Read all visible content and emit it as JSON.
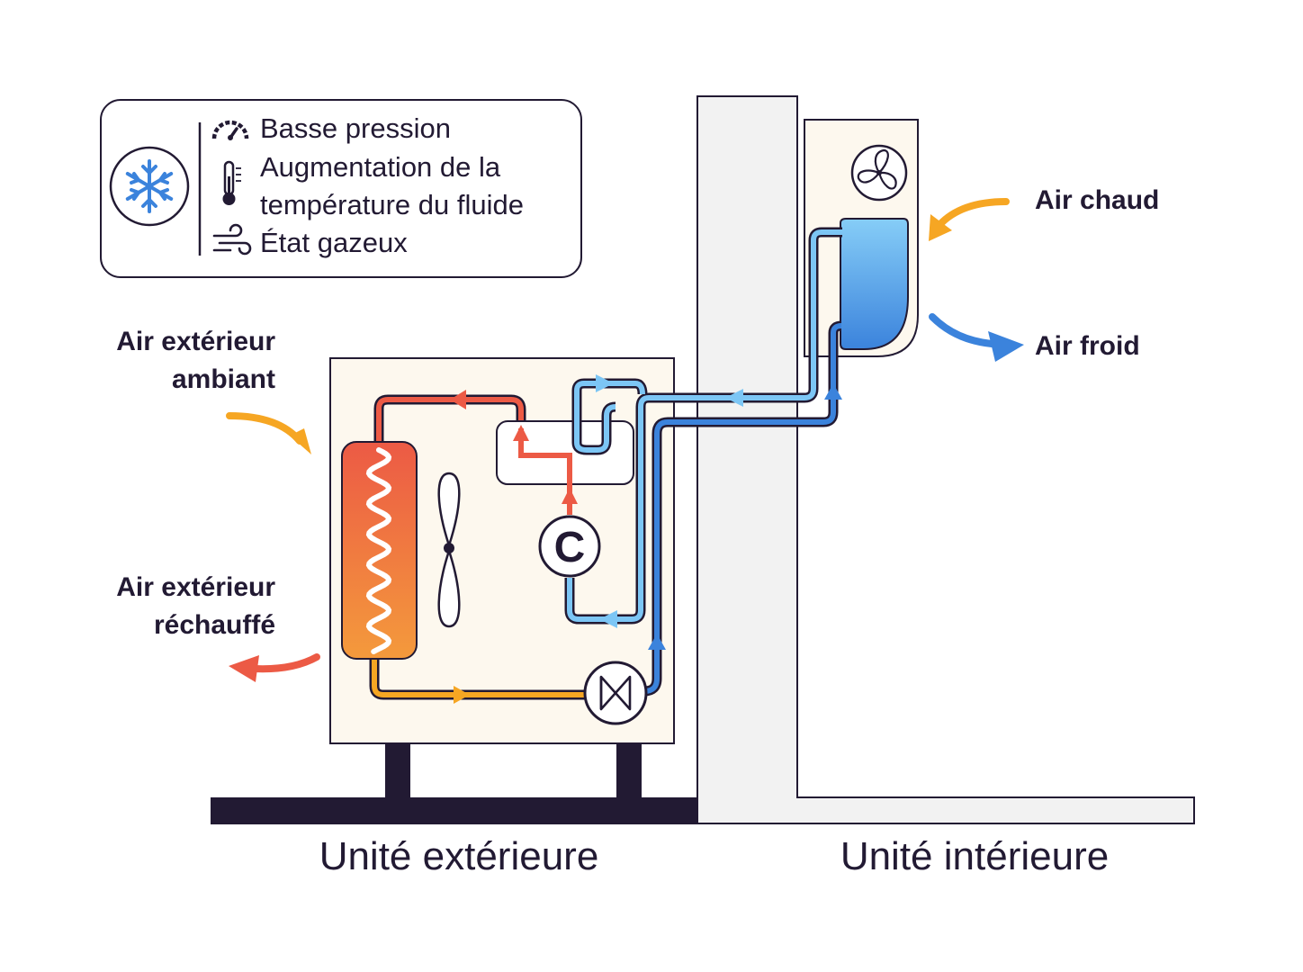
{
  "legend": {
    "items": [
      {
        "icon": "gauge-icon",
        "label": "Basse pression"
      },
      {
        "icon": "thermometer-icon",
        "label_line1": "Augmentation de la",
        "label_line2": "température du fluide"
      },
      {
        "icon": "wind-icon",
        "label": "État gazeux"
      }
    ],
    "mode_icon": "snowflake-icon"
  },
  "labels": {
    "ambient_line1": "Air extérieur",
    "ambient_line2": "ambiant",
    "heated_line1": "Air extérieur",
    "heated_line2": "réchauffé",
    "warm_air": "Air chaud",
    "cold_air": "Air froid",
    "compressor": "C"
  },
  "units": {
    "outdoor": "Unité extérieure",
    "indoor": "Unité intérieure"
  },
  "colors": {
    "dark": "#221a33",
    "hot_red": "#ec5a45",
    "orange": "#f6a623",
    "light_blue": "#7cc6f5",
    "dark_blue": "#3b83dc",
    "cream": "#fdf8ee",
    "wall": "#f2f2f2"
  }
}
